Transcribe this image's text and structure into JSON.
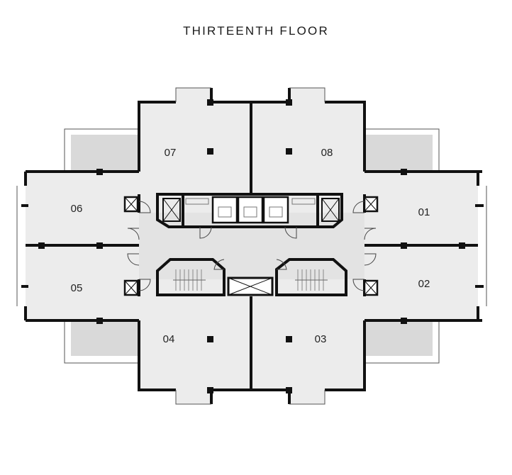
{
  "plan": {
    "title": "THIRTEENTH FLOOR",
    "units": {
      "u01": "01",
      "u02": "02",
      "u03": "03",
      "u04": "04",
      "u05": "05",
      "u06": "06",
      "u07": "07",
      "u08": "08"
    },
    "colors": {
      "wall": "#111111",
      "floor": "#ececec",
      "terrace": "#d9d9d9",
      "core": "#e3e3e3"
    }
  }
}
